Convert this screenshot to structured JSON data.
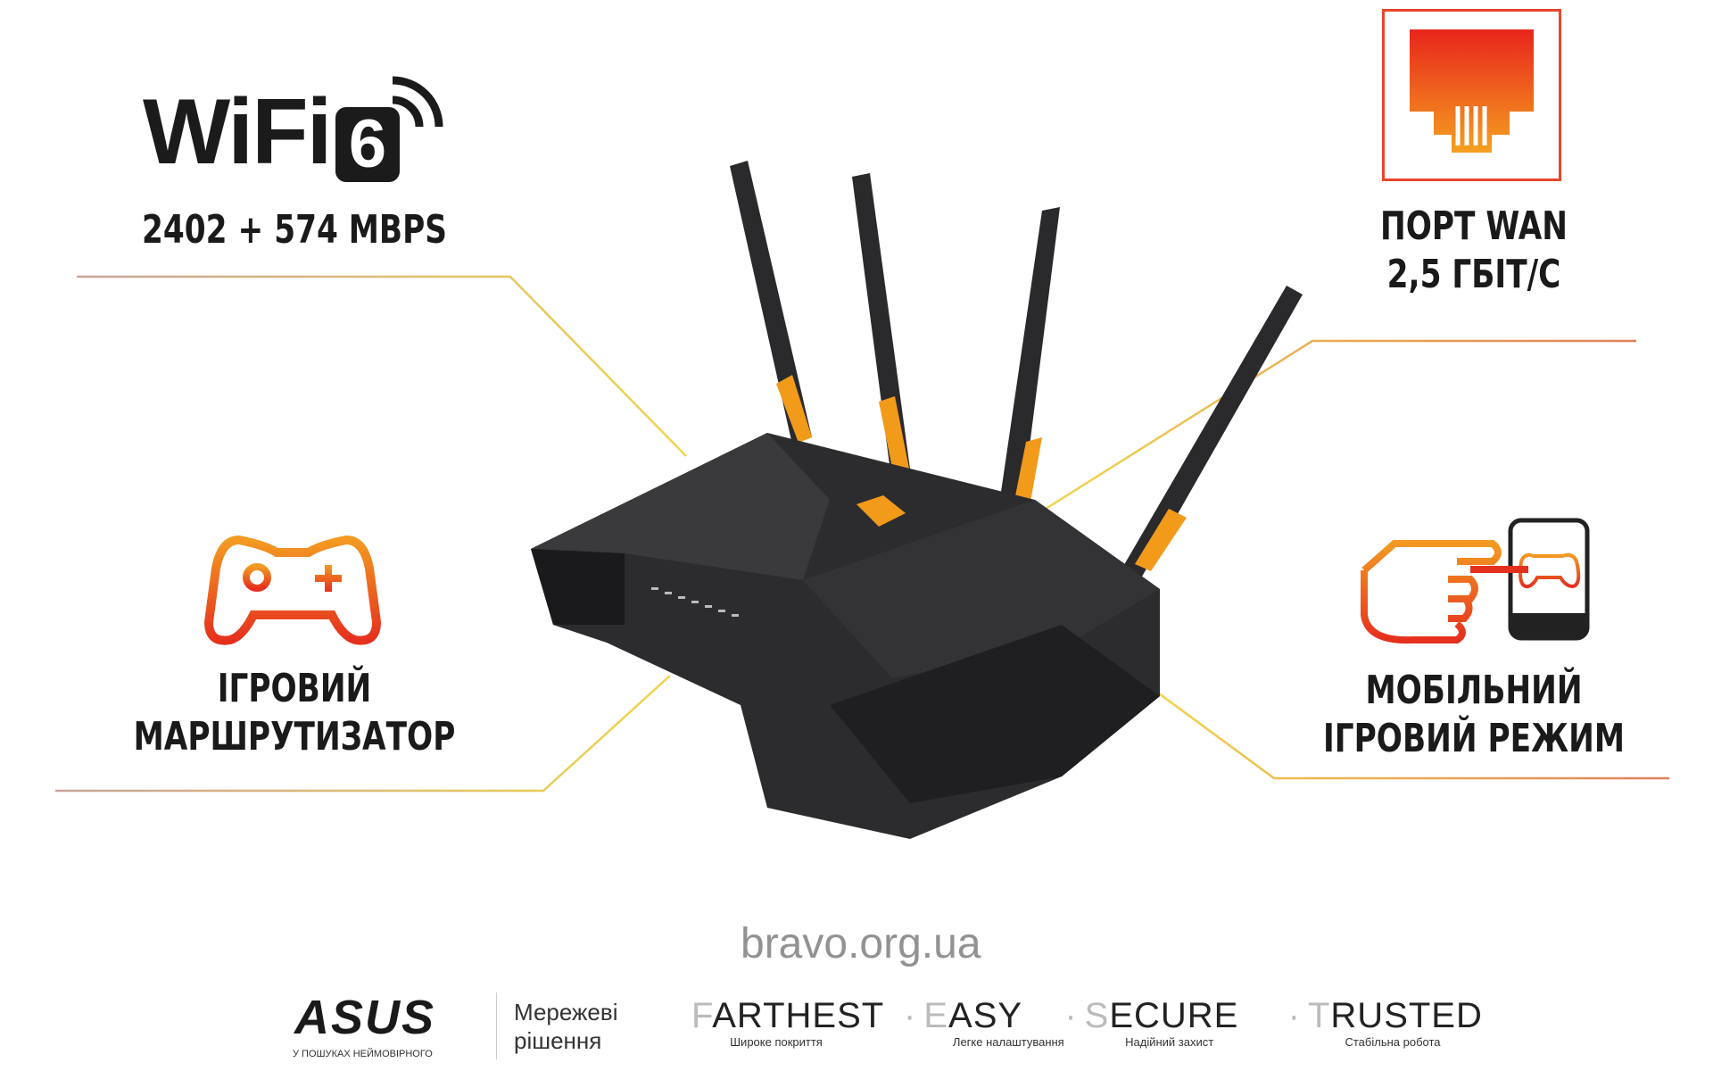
{
  "wifi_badge": {
    "word": "WiFi",
    "version": "6",
    "speed": "2402 + 574 MBPS"
  },
  "wan_port": {
    "line1": "ПОРТ WAN",
    "line2": "2,5 ГБІТ/С"
  },
  "gaming_router": {
    "line1": "ІГРОВИЙ",
    "line2": "МАРШРУТИЗАТОР"
  },
  "mobile_game_mode": {
    "line1": "МОБІЛЬНИЙ",
    "line2": "ІГРОВИЙ РЕЖИМ"
  },
  "footer": {
    "brand": "ASUS",
    "brand_tagline": "У ПОШУКАХ НЕЙМОВІРНОГО",
    "category_line1": "Мережеві",
    "category_line2": "рішення",
    "features": [
      {
        "first": "F",
        "rest": "ARTHEST",
        "sub": "Широке покриття"
      },
      {
        "first": "E",
        "rest": "ASY",
        "sub": "Легке налаштування"
      },
      {
        "first": "S",
        "rest": "ECURE",
        "sub": "Надійний захист"
      },
      {
        "first": "T",
        "rest": "RUSTED",
        "sub": "Стабільна робота"
      }
    ],
    "separator": "·",
    "watermark": "bravo.org.ua"
  },
  "colors": {
    "accent_orange": "#f08a1c",
    "accent_red": "#e8311e",
    "line_yellow": "#f2d23a",
    "router_body": "#2b2b2d"
  }
}
